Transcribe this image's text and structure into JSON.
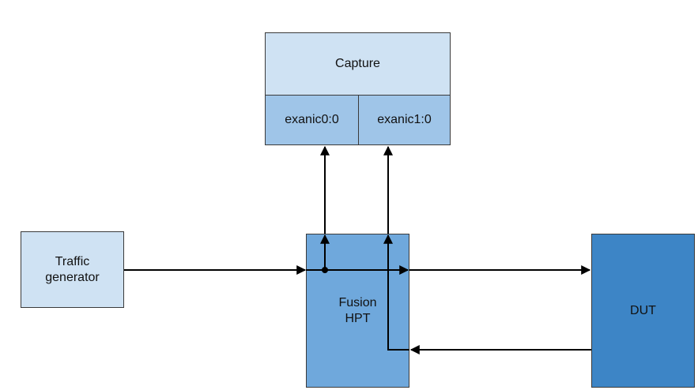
{
  "nodes": {
    "capture": {
      "label": "Capture",
      "fill": "#cfe2f3"
    },
    "port0": {
      "label": "exanic0:0",
      "fill": "#9fc5e8"
    },
    "port1": {
      "label": "exanic1:0",
      "fill": "#9fc5e8"
    },
    "traffic_generator": {
      "line1": "Traffic",
      "line2": "generator",
      "fill": "#cfe2f3"
    },
    "fusion": {
      "line1": "Fusion",
      "line2": "HPT",
      "fill": "#6fa8dc"
    },
    "dut": {
      "label": "DUT",
      "fill": "#3d85c6"
    }
  },
  "colors": {
    "stroke": "#000000",
    "border": "#3a3a3a"
  }
}
